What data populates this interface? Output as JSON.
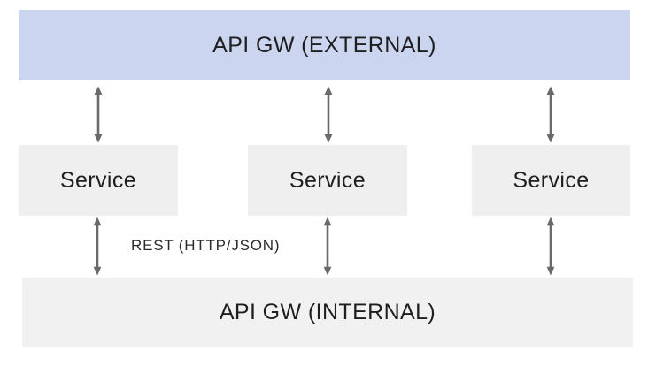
{
  "diagram": {
    "external_gateway": {
      "label": "API GW (EXTERNAL)"
    },
    "services": [
      {
        "label": "Service"
      },
      {
        "label": "Service"
      },
      {
        "label": "Service"
      }
    ],
    "internal_gateway": {
      "label": "API GW (INTERNAL)"
    },
    "connection_label": "REST (HTTP/JSON)",
    "arrow_icon": "double-headed-vertical-arrow",
    "colors": {
      "external_bg": "#CBD5F0",
      "service_bg": "#EFEFEF",
      "internal_bg": "#F1F1F1",
      "arrow": "#6A6A6A",
      "text": "#1F1F1F",
      "label_text": "#2B2B2B",
      "canvas_bg": "#FFFFFF"
    }
  }
}
